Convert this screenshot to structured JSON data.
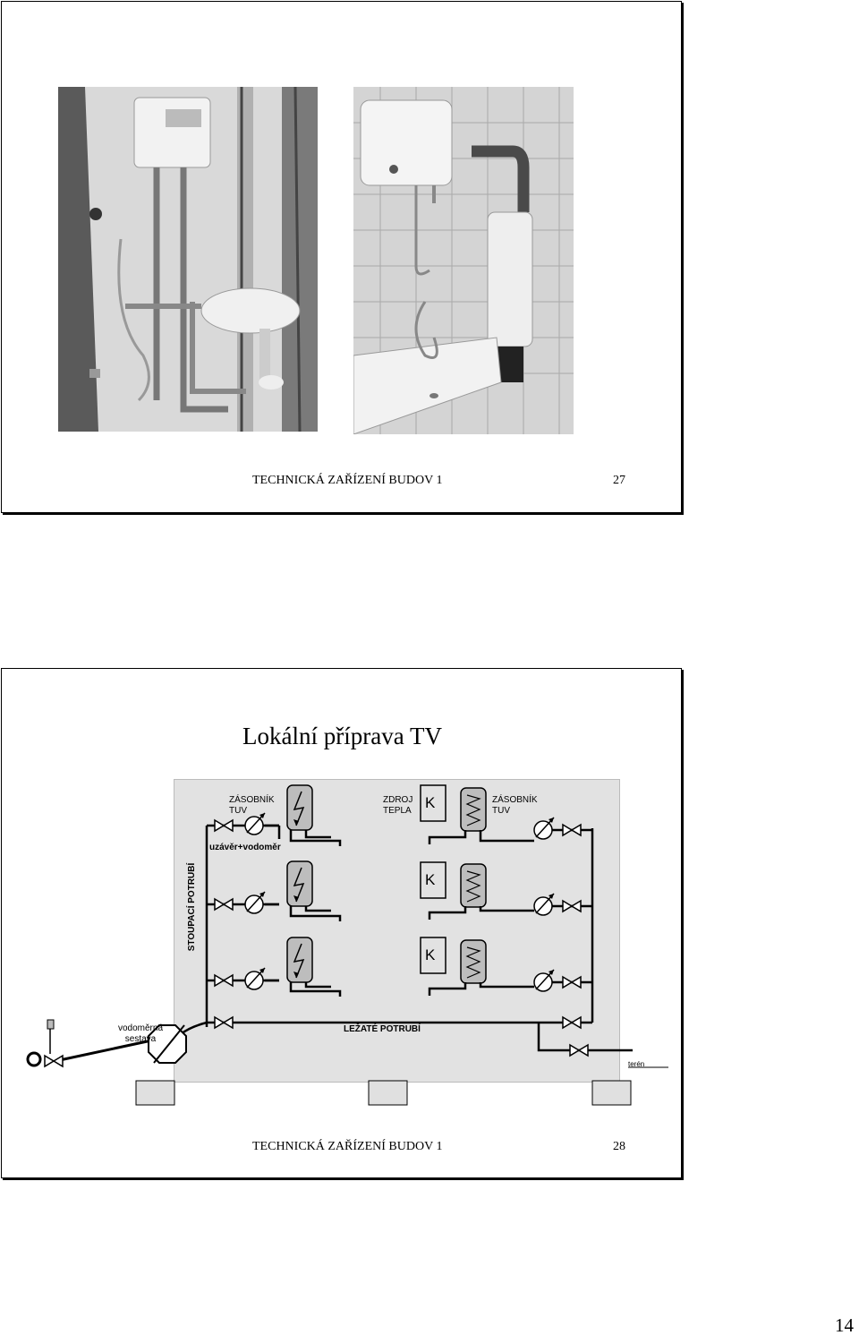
{
  "slide1": {
    "footer_title": "TECHNICKÁ ZAŘÍZENÍ BUDOV 1",
    "footer_number": "27",
    "photos": [
      {
        "name": "photo-showroom-water-heater"
      },
      {
        "name": "photo-bathroom-water-heater"
      }
    ]
  },
  "slide2": {
    "title": "Lokální příprava TV",
    "diagram": {
      "storage_left": "ZÁSOBNÍK\nTUV",
      "heat_source": "ZDROJ\nTEPLA",
      "storage_right": "ZÁSOBNÍK\nTUV",
      "valve_meter": "uzávěr+vodoměr",
      "riser": "STOUPACÍ POTRUBÍ",
      "meter_assembly": "vodoměrná\nsestava",
      "horizontal_pipe": "LEŽATÉ POTRUBÍ",
      "ground": "terén",
      "boiler_letter": "K"
    },
    "footer_title": "TECHNICKÁ ZAŘÍZENÍ BUDOV 1",
    "footer_number": "28"
  },
  "page_number": "14"
}
